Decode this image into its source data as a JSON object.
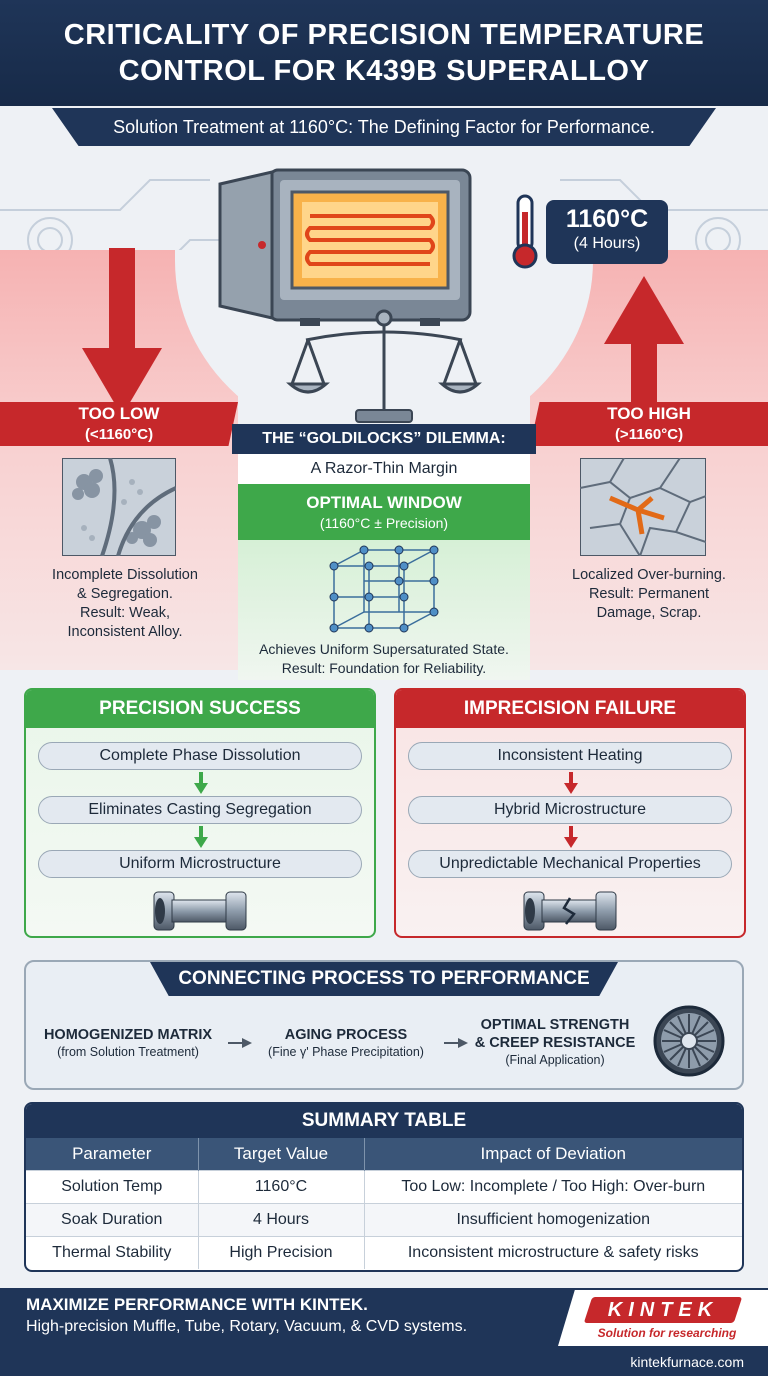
{
  "header": {
    "title_line1": "CRITICALITY OF PRECISION TEMPERATURE",
    "title_line2": "CONTROL FOR K439B SUPERALLOY",
    "subtitle": "Solution Treatment at 1160°C: The Defining Factor for Performance."
  },
  "furnace": {
    "temperature": "1160°C",
    "duration": "(4 Hours)"
  },
  "too_low": {
    "title": "TOO LOW",
    "range": "(<1160°C)",
    "line1": "Incomplete Dissolution",
    "line2": "& Segregation.",
    "line3": "Result: Weak,",
    "line4": "Inconsistent Alloy."
  },
  "too_high": {
    "title": "TOO HIGH",
    "range": "(>1160°C)",
    "line1": "Localized Over-burning.",
    "line2": "Result: Permanent",
    "line3": "Damage, Scrap."
  },
  "center": {
    "dilemma": "THE “GOLDILOCKS” DILEMMA:",
    "margin": "A Razor-Thin Margin",
    "optimal_title": "OPTIMAL WINDOW",
    "optimal_range": "(1160°C ± Precision)",
    "line1": "Achieves Uniform Supersaturated State.",
    "line2": "Result: Foundation for Reliability."
  },
  "success": {
    "title": "PRECISION SUCCESS",
    "steps": [
      "Complete Phase Dissolution",
      "Eliminates Casting Segregation",
      "Uniform Microstructure"
    ]
  },
  "failure": {
    "title": "IMPRECISION FAILURE",
    "steps": [
      "Inconsistent Heating",
      "Hybrid Microstructure",
      "Unpredictable Mechanical Properties"
    ]
  },
  "connecting": {
    "title": "CONNECTING PROCESS TO PERFORMANCE",
    "steps": [
      {
        "l1": "HOMOGENIZED MATRIX",
        "l2": "",
        "sub": "(from Solution Treatment)"
      },
      {
        "l1": "AGING PROCESS",
        "l2": "",
        "sub": "(Fine γ' Phase Precipitation)"
      },
      {
        "l1": "OPTIMAL STRENGTH",
        "l2": "& CREEP RESISTANCE",
        "sub": "(Final Application)"
      }
    ]
  },
  "table": {
    "title": "SUMMARY TABLE",
    "headers": [
      "Parameter",
      "Target Value",
      "Impact of Deviation"
    ],
    "rows": [
      [
        "Solution Temp",
        "1160°C",
        "Too Low: Incomplete / Too High: Over-burn"
      ],
      [
        "Soak Duration",
        "4 Hours",
        "Insufficient homogenization"
      ],
      [
        "Thermal Stability",
        "High Precision",
        "Inconsistent microstructure & safety risks"
      ]
    ]
  },
  "footer": {
    "headline": "MAXIMIZE PERFORMANCE WITH KINTEK.",
    "tagline": "High-precision Muffle, Tube, Rotary, Vacuum, & CVD systems.",
    "website": "kintekfurnace.com",
    "logo_text": "KINTEK",
    "logo_sub": "Solution for researching"
  },
  "colors": {
    "navy": "#1f3558",
    "red": "#c6282b",
    "green": "#3ea84a"
  }
}
